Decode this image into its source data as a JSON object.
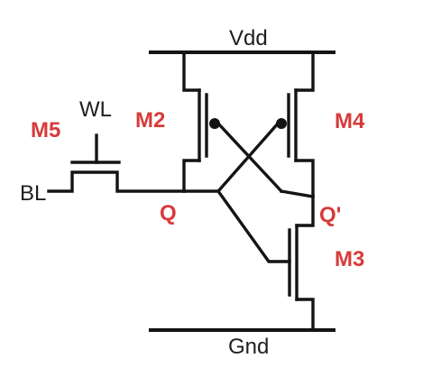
{
  "labels": {
    "vdd": "Vdd",
    "gnd": "Gnd",
    "wl": "WL",
    "bl": "BL",
    "q": "Q",
    "q_bar": "Q'",
    "m2": "M2",
    "m3": "M3",
    "m4": "M4",
    "m5": "M5"
  },
  "colors": {
    "wire": "#141414",
    "label_black": "#1e1e1e",
    "label_red": "#d83a3a"
  }
}
